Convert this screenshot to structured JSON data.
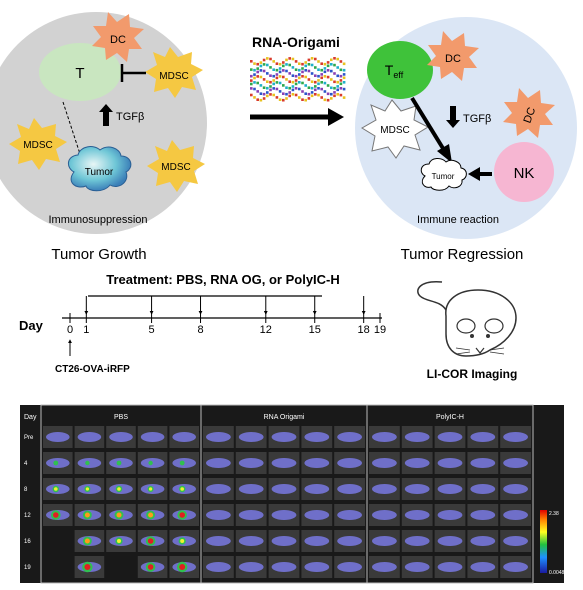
{
  "top_left": {
    "cells": {
      "t": "T",
      "dc": "DC",
      "mdsc_right": "MDSC",
      "mdsc_left": "MDSC",
      "mdsc_bottom": "MDSC",
      "tumor": "Tumor"
    },
    "tgf_label": "TGFβ",
    "caption": "Immunosuppression",
    "heading": "Tumor Growth"
  },
  "center": {
    "title": "RNA-Origami"
  },
  "top_right": {
    "cells": {
      "teff_main": "T",
      "teff_sub": "eff",
      "dc_top": "DC",
      "mdsc": "MDSC",
      "dc_right": "DC",
      "nk": "NK",
      "tumor": "Tumor"
    },
    "tgf_label": "TGFβ",
    "caption": "Immune reaction",
    "heading": "Tumor Regression"
  },
  "timeline": {
    "treatment": "Treatment: PBS, RNA OG, or PolyIC-H",
    "day_label": "Day",
    "days": [
      "0",
      "1",
      "5",
      "8",
      "12",
      "15",
      "18",
      "19"
    ],
    "treated_days": [
      "1",
      "5",
      "8",
      "12",
      "15",
      "18"
    ],
    "cell_line": "CT26-OVA-iRFP",
    "imaging": "LI-COR Imaging"
  },
  "imaging_panel": {
    "day_header": "Day",
    "groups": [
      "PBS",
      "RNA Origami",
      "PolyIC-H"
    ],
    "rows": [
      "Pre",
      "4",
      "8",
      "12",
      "16",
      "19"
    ],
    "colorbar": {
      "max": "2.38",
      "min": "0.00480"
    },
    "pbs_signal": [
      [
        0,
        0,
        0,
        0,
        0
      ],
      [
        0.1,
        0.05,
        0.1,
        0.05,
        0.1
      ],
      [
        0.3,
        0.25,
        0.3,
        0.25,
        0.3
      ],
      [
        0.7,
        0.6,
        0.6,
        0.6,
        0.7
      ],
      [
        0,
        0.6,
        0.4,
        0.7,
        0.4
      ],
      [
        0,
        0.8,
        0,
        0.7,
        0.8
      ]
    ]
  },
  "colors": {
    "gray_circle": "#d2d2d2",
    "blue_circle": "#dbe6f5",
    "t_cell": "#c9e6c0",
    "teff": "#3fc23a",
    "dc": "#f29a6c",
    "mdsc": "#f5c842",
    "nk": "#f6b6d2",
    "panel_bg": "#191919"
  }
}
